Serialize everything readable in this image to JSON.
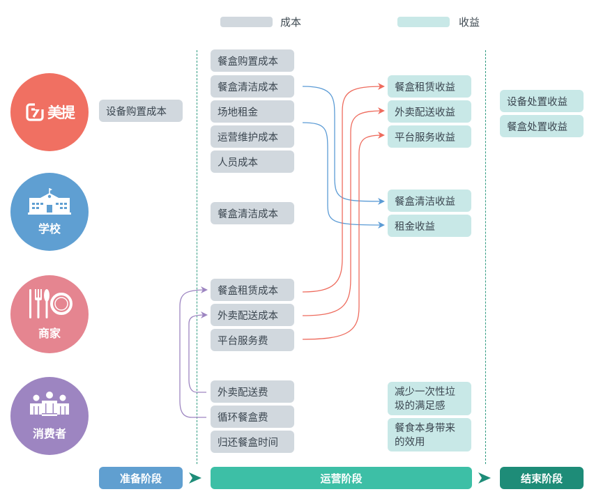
{
  "legend": {
    "cost": {
      "label": "成本",
      "color": "#d1d8de"
    },
    "revenue": {
      "label": "收益",
      "color": "#c8e8e7"
    }
  },
  "actors": [
    {
      "id": "company",
      "label": "",
      "logo_text": "美提",
      "icon": "brand-logo-icon",
      "color": "#f07062"
    },
    {
      "id": "school",
      "label": "学校",
      "icon": "school-building-icon",
      "color": "#5f9fd2"
    },
    {
      "id": "merchant",
      "label": "商家",
      "icon": "cutlery-plate-icon",
      "color": "#e58590"
    },
    {
      "id": "consumer",
      "label": "消费者",
      "icon": "people-group-icon",
      "color": "#9d85c1"
    }
  ],
  "prep_costs": [
    "设备购置成本"
  ],
  "operating_costs": {
    "company": [
      "餐盒购置成本",
      "餐盒清洁成本",
      "场地租金",
      "运营维护成本",
      "人员成本"
    ],
    "school": [
      "餐盒清洁成本"
    ],
    "merchant": [
      "餐盒租赁成本",
      "外卖配送成本",
      "平台服务费"
    ],
    "consumer": [
      "外卖配送费",
      "循环餐盒费",
      "归还餐盒时间"
    ]
  },
  "operating_revenues": {
    "company": [
      "餐盒租赁收益",
      "外卖配送收益",
      "平台服务收益"
    ],
    "school": [
      "餐盒清洁收益",
      "租金收益"
    ],
    "consumer": [
      "减少一次性垃圾的满足感",
      "餐食本身带来的效用"
    ]
  },
  "end_revenues": [
    "设备处置收益",
    "餐盒处置收益"
  ],
  "phases": [
    {
      "label": "准备阶段",
      "color": "#609fd0"
    },
    {
      "label": "运营阶段",
      "color": "#3dbfa6"
    },
    {
      "label": "结束阶段",
      "color": "#1e8c78"
    }
  ],
  "connector_colors": {
    "blue": "#5b9bd5",
    "red": "#ee6b5d",
    "purple": "#9d85c1",
    "phase_arrow": "#1e8c78"
  }
}
